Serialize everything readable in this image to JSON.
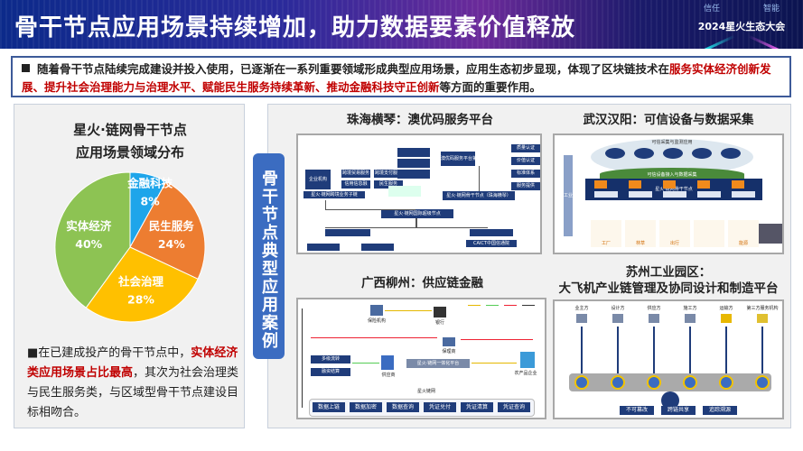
{
  "header": {
    "title": "骨干节点应用场景持续增加，助力数据要素价值释放",
    "logo": {
      "tag_left": "信任",
      "tag_right": "智能",
      "name": "2024星火生态大会"
    }
  },
  "summary": {
    "part1": "随着骨干节点陆续完成建设并投入使用，已逐渐在一系列重要领域形成典型应用场景，应用生态初步显现，体现了区块链技术在",
    "highlight": "服务实体经济创新发展、提升社会治理能力与治理水平、赋能民生服务持续革新、推动金融科技守正创新",
    "part2": "等方面的重要作用。"
  },
  "left_panel": {
    "title_line1": "星火·链网骨干节点",
    "title_line2": "应用场景领域分布",
    "desc_prefix": "■在已建成投产的骨干节点中，",
    "desc_highlight": "实体经济类应用场景占比最高",
    "desc_suffix": "，其次为社会治理类与民生服务类，与区域型骨干节点建设目标相吻合。"
  },
  "chart_data": {
    "type": "pie",
    "title": "星火·链网骨干节点应用场景领域分布",
    "start": "top",
    "direction": "clockwise",
    "slices": [
      {
        "label": "金融科技",
        "value": 8,
        "text": "8%",
        "color": "#1ea5ea"
      },
      {
        "label": "民生服务",
        "value": 24,
        "text": "24%",
        "color": "#ed7d31"
      },
      {
        "label": "社会治理",
        "value": 28,
        "text": "28%",
        "color": "#ffc000"
      },
      {
        "label": "实体经济",
        "value": 40,
        "text": "40%",
        "color": "#8dc353"
      }
    ]
  },
  "cases": {
    "side_label": "骨干节点典型应用案例",
    "q1": {
      "title": "珠海横琴：澳优码服务平台",
      "nodes": [
        "企业机构",
        "跨境贸易服务",
        "跨境支付服务",
        "信用信息融",
        "民生服务",
        "星火·链网跨境业务子链",
        "澳优码服务平台第三方平台",
        "质量认证",
        "价值认证",
        "标准体系",
        "服务提供",
        "星火·链网骨干节点（珠海横琴）",
        "星火·链网国际超级节点",
        "CAICT中国信通院"
      ]
    },
    "q2": {
      "title": "武汉汉阳：可信设备与数据采集",
      "nodes": [
        "可信采集与监测应用",
        "可信设备接入与数据采集",
        "星火·链网骨干节点",
        "工厂",
        "林草",
        "出行",
        "能源",
        "工业互联网标识解析"
      ]
    },
    "q3": {
      "title": "广西柳州：供应链金融",
      "nodes": [
        "保险机构",
        "银行",
        "保理商",
        "多级流转",
        "融资结算",
        "供应商",
        "星火·链网一体化平台",
        "农产品企业",
        "星火链网"
      ],
      "bottom": [
        "数据上链",
        "数据加密",
        "数据查询",
        "凭证兑付",
        "凭证清算",
        "凭证查询"
      ]
    },
    "q4": {
      "title_line1": "苏州工业园区：",
      "title_line2": "大飞机产业链管理及协同设计和制造平台",
      "roles": [
        "业主方",
        "设计方",
        "供应方",
        "施工方",
        "运输方",
        "第三方服务机构"
      ],
      "bottom": [
        "不可篡改",
        "跨链共享",
        "追踪溯源"
      ]
    }
  }
}
